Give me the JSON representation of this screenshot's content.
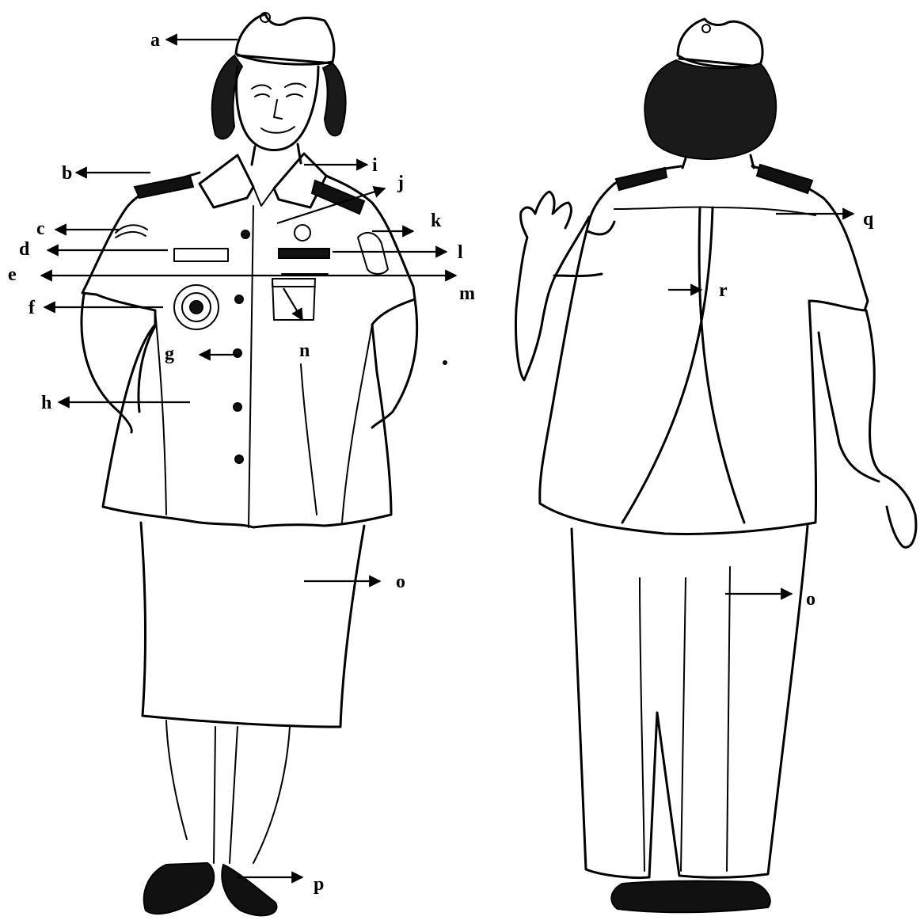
{
  "labels": {
    "a": "a",
    "b": "b",
    "c": "c",
    "d": "d",
    "e": "e",
    "f": "f",
    "g": "g",
    "h": "h",
    "i": "i",
    "j": "j",
    "k": "k",
    "l": "l",
    "m": "m",
    "n": "n",
    "o_front": "o",
    "o_back": "o",
    "p": "p",
    "q": "q",
    "r": "r"
  },
  "colors": {
    "ink": "#000000",
    "background": "#ffffff"
  }
}
